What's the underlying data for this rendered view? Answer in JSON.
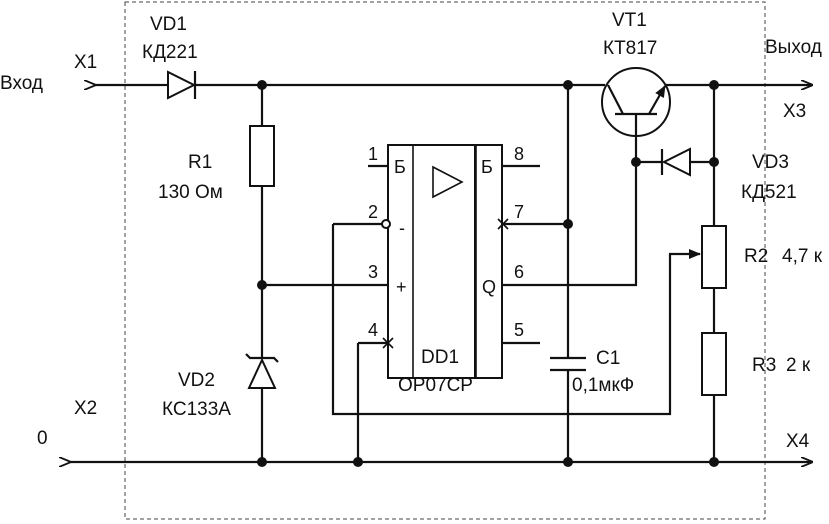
{
  "terminals": {
    "x1": "X1",
    "x2": "X2",
    "x3": "X3",
    "x4": "X4",
    "input": "Вход",
    "output": "Выход",
    "zero": "0"
  },
  "vd1": {
    "ref": "VD1",
    "type": "КД221"
  },
  "r1": {
    "ref": "R1",
    "value": "130 Ом"
  },
  "vd2": {
    "ref": "VD2",
    "type": "КС133А"
  },
  "dd1": {
    "ref": "DD1",
    "type": "OP07CP",
    "b_left": "Б",
    "b_right": "Б",
    "minus": "-",
    "plus": "+",
    "q": "Q",
    "pins": [
      "1",
      "2",
      "3",
      "4",
      "5",
      "6",
      "7",
      "8"
    ]
  },
  "c1": {
    "ref": "C1",
    "value": "0,1мкФ"
  },
  "vt1": {
    "ref": "VT1",
    "type": "КТ817"
  },
  "vd3": {
    "ref": "VD3",
    "type": "КД521"
  },
  "r2": {
    "ref": "R2",
    "value": "4,7 к"
  },
  "r3": {
    "ref": "R3",
    "value": "2 к"
  }
}
